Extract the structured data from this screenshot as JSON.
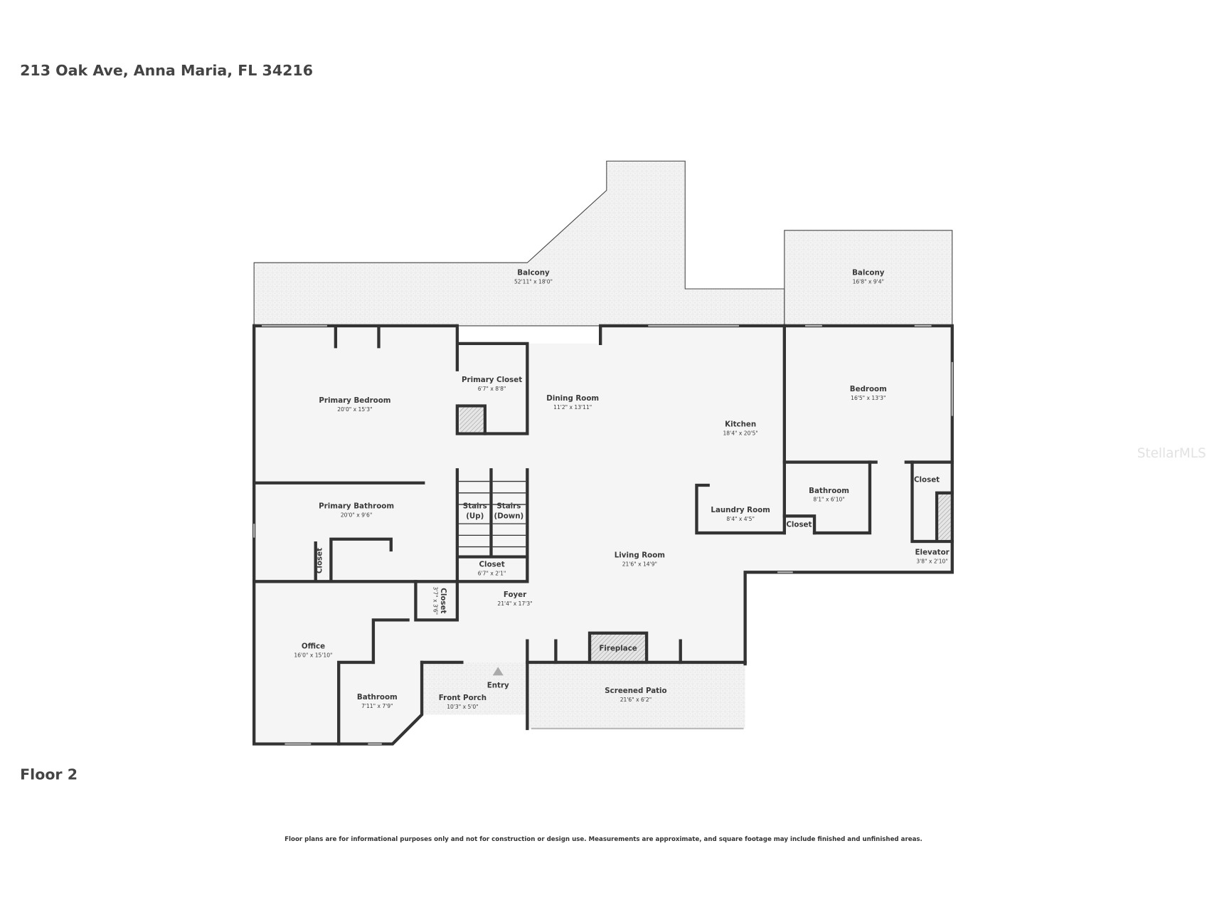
{
  "header": {
    "address": "213 Oak Ave, Anna Maria, FL 34216"
  },
  "floor_label": "Floor 2",
  "disclaimer": "Floor plans are for informational purposes only and not for construction or design use. Measurements are approximate, and square footage may include finished and unfinished areas.",
  "watermark": "StellarMLS",
  "colors": {
    "wall": "#333333",
    "room_fill": "#f5f5f5",
    "outdoor_fill": "#ebebeb"
  },
  "rooms": [
    {
      "name": "Balcony",
      "dims": "52'11\" x 18'0\""
    },
    {
      "name": "Balcony",
      "dims": "16'8\" x 9'4\""
    },
    {
      "name": "Primary Bedroom",
      "dims": "20'0\" x 15'3\""
    },
    {
      "name": "Primary Closet",
      "dims": "6'7\" x 8'8\""
    },
    {
      "name": "Dining Room",
      "dims": "11'2\" x 13'11\""
    },
    {
      "name": "Kitchen",
      "dims": "18'4\" x 20'5\""
    },
    {
      "name": "Bedroom",
      "dims": "16'5\" x 13'3\""
    },
    {
      "name": "Primary Bathroom",
      "dims": "20'0\" x 9'6\""
    },
    {
      "name": "Bathroom",
      "dims": "8'1\" x 6'10\""
    },
    {
      "name": "Laundry Room",
      "dims": "8'4\" x 4'5\""
    },
    {
      "name": "Living Room",
      "dims": "21'6\" x 14'9\""
    },
    {
      "name": "Closet",
      "dims": "6'7\" x 2'1\""
    },
    {
      "name": "Elevator",
      "dims": "3'8\" x 2'10\""
    },
    {
      "name": "Foyer",
      "dims": "21'4\" x 17'3\""
    },
    {
      "name": "Closet",
      "dims": "3'7\" x 3'6\""
    },
    {
      "name": "Office",
      "dims": "16'0\" x 15'10\""
    },
    {
      "name": "Bathroom",
      "dims": "7'11\" x 7'9\""
    },
    {
      "name": "Front Porch",
      "dims": "10'3\" x 5'0\""
    },
    {
      "name": "Screened Patio",
      "dims": "21'6\" x 6'2\""
    }
  ],
  "labels": {
    "closet": "Closet",
    "stairs_up": [
      "Stairs",
      "(Up)"
    ],
    "stairs_down": [
      "Stairs",
      "(Down)"
    ],
    "fireplace": "Fireplace",
    "entry": "Entry"
  }
}
